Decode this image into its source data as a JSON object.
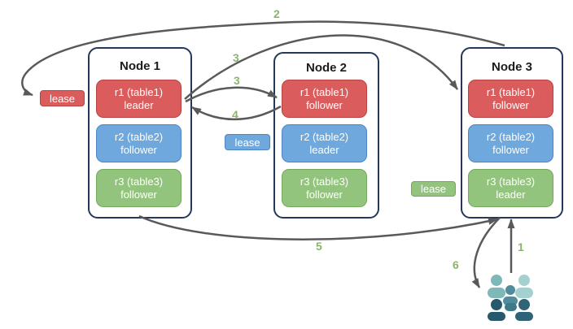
{
  "nodes": [
    {
      "title": "Node 1",
      "ranges": [
        {
          "name": "r1 (table1)",
          "role": "leader",
          "color": "red"
        },
        {
          "name": "r2 (table2)",
          "role": "follower",
          "color": "blue"
        },
        {
          "name": "r3 (table3)",
          "role": "follower",
          "color": "green"
        }
      ]
    },
    {
      "title": "Node 2",
      "ranges": [
        {
          "name": "r1 (table1)",
          "role": "follower",
          "color": "red"
        },
        {
          "name": "r2 (table2)",
          "role": "leader",
          "color": "blue"
        },
        {
          "name": "r3 (table3)",
          "role": "follower",
          "color": "green"
        }
      ]
    },
    {
      "title": "Node 3",
      "ranges": [
        {
          "name": "r1 (table1)",
          "role": "follower",
          "color": "red"
        },
        {
          "name": "r2 (table2)",
          "role": "follower",
          "color": "blue"
        },
        {
          "name": "r3 (table3)",
          "role": "leader",
          "color": "green"
        }
      ]
    }
  ],
  "leases": [
    {
      "label": "lease",
      "color": "red"
    },
    {
      "label": "lease",
      "color": "blue"
    },
    {
      "label": "lease",
      "color": "green"
    }
  ],
  "steps": [
    {
      "label": "1"
    },
    {
      "label": "2"
    },
    {
      "label": "3"
    },
    {
      "label": "3"
    },
    {
      "label": "4"
    },
    {
      "label": "5"
    },
    {
      "label": "6"
    }
  ],
  "icons": {
    "users_group": "users-group-icon"
  },
  "colors": {
    "red_fill": "#db5c5c",
    "red_border": "#b94341",
    "blue_fill": "#6fa8dc",
    "blue_border": "#4d86c6",
    "green_fill": "#93c47d",
    "green_border": "#74a85a",
    "node_border": "#24385c",
    "arrow": "#595959",
    "step_number": "#8ab569",
    "users_light_teal": "#a5d0d0",
    "users_teal": "#7fb8b8",
    "users_mid_teal": "#4f8d9d",
    "users_dark": "#27586b"
  }
}
